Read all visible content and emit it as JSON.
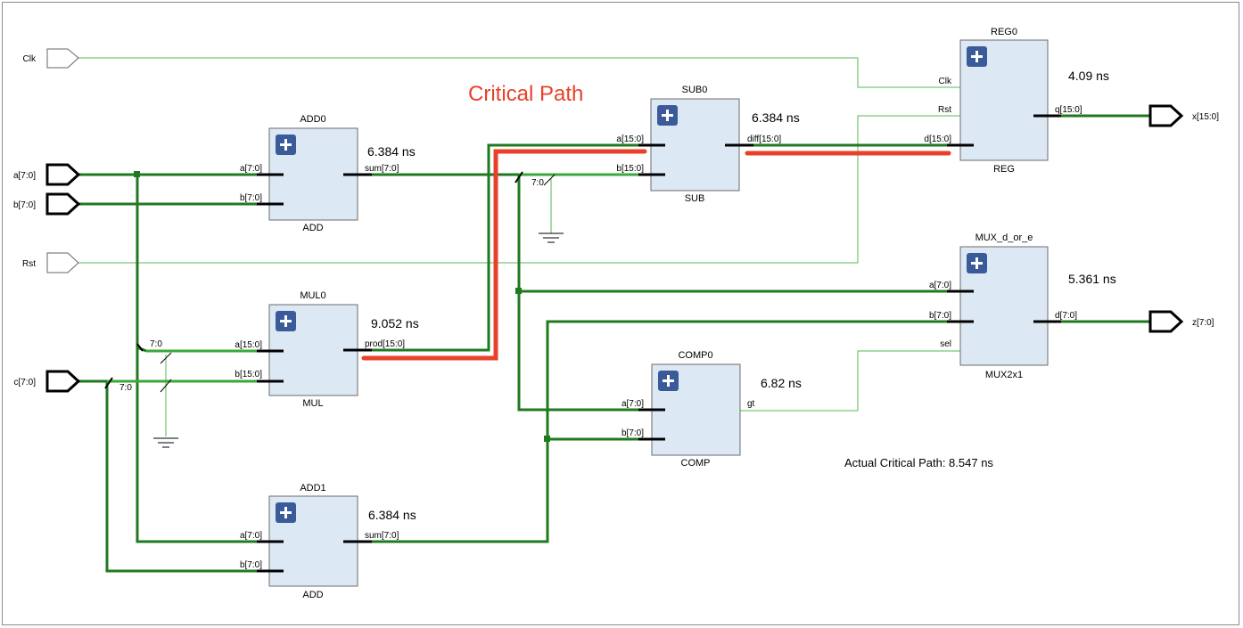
{
  "critical_path_label": "Critical Path",
  "actual_critical_path": "Actual Critical Path: 8.547 ns",
  "colors": {
    "wire": "#1f7a1f",
    "wire_light": "#3aa83a",
    "critical": "#e8402a",
    "block_fill": "#dce8f4",
    "icon": "#3b5a9a"
  },
  "ports": {
    "clk": "Clk",
    "a": "a[7:0]",
    "b": "b[7:0]",
    "rst": "Rst",
    "c": "c[7:0]",
    "x": "x[15:0]",
    "z": "z[7:0]"
  },
  "slices": {
    "s1": "7:0",
    "s2": "7:0",
    "s3": "7:0"
  },
  "blocks": {
    "add0": {
      "name": "ADD0",
      "type": "ADD",
      "timing": "6.384 ns",
      "pin_a": "a[7:0]",
      "pin_b": "b[7:0]",
      "pin_out": "sum[7:0]"
    },
    "mul0": {
      "name": "MUL0",
      "type": "MUL",
      "timing": "9.052 ns",
      "pin_a": "a[15:0]",
      "pin_b": "b[15:0]",
      "pin_out": "prod[15:0]"
    },
    "add1": {
      "name": "ADD1",
      "type": "ADD",
      "timing": "6.384 ns",
      "pin_a": "a[7:0]",
      "pin_b": "b[7:0]",
      "pin_out": "sum[7:0]"
    },
    "sub0": {
      "name": "SUB0",
      "type": "SUB",
      "timing": "6.384 ns",
      "pin_a": "a[15:0]",
      "pin_b": "b[15:0]",
      "pin_out": "diff[15:0]"
    },
    "comp0": {
      "name": "COMP0",
      "type": "COMP",
      "timing": "6.82 ns",
      "pin_a": "a[7:0]",
      "pin_b": "b[7:0]",
      "pin_out": "gt"
    },
    "reg0": {
      "name": "REG0",
      "type": "REG",
      "timing": "4.09 ns",
      "pin_clk": "Clk",
      "pin_rst": "Rst",
      "pin_d": "d[15:0]",
      "pin_out": "q[15:0]"
    },
    "mux": {
      "name": "MUX_d_or_e",
      "type": "MUX2x1",
      "timing": "5.361 ns",
      "pin_a": "a[7:0]",
      "pin_b": "b[7:0]",
      "pin_sel": "sel",
      "pin_out": "d[7:0]"
    }
  }
}
